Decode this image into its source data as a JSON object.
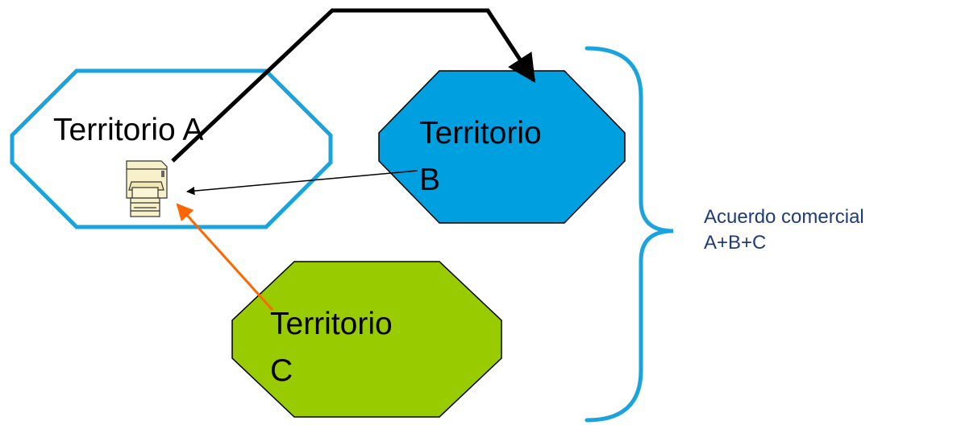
{
  "territories": {
    "a": {
      "name": "Territorio A",
      "fill": "#ffffff",
      "stroke": "#1aa3dc"
    },
    "b": {
      "line1": "Territorio",
      "line2": "B",
      "fill": "#009fdf",
      "stroke": "#000000"
    },
    "c": {
      "line1": "Territorio",
      "line2": "C",
      "fill": "#99cc00",
      "stroke": "#000000"
    }
  },
  "agreement": {
    "line1": "Acuerdo comercial",
    "line2": "A+B+C",
    "color": "#1f3b7a",
    "brace_color": "#1aa3dc"
  },
  "arrows": {
    "a_to_b_color": "#000000",
    "b_to_printer_color": "#000000",
    "c_to_printer_color": "#ff6600"
  },
  "icons": {
    "printer": "printer-icon"
  }
}
